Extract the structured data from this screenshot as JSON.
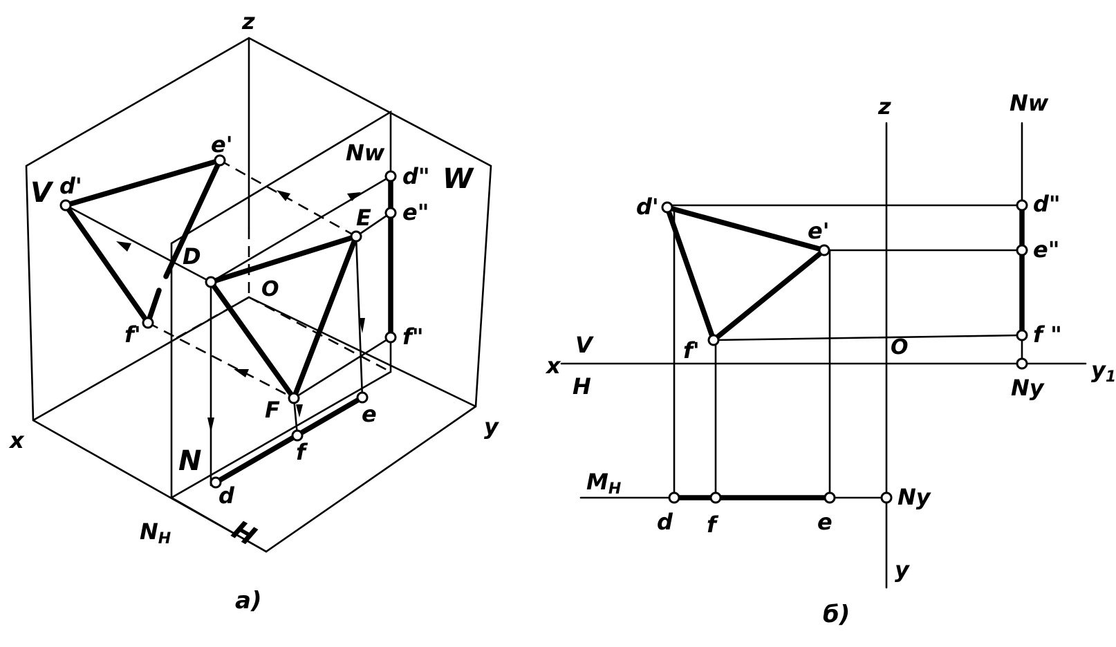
{
  "colors": {
    "ink": "#000000",
    "paper": "#ffffff"
  },
  "diagram_a": {
    "caption": "a)",
    "labels": {
      "z": "z",
      "x": "x",
      "y": "y",
      "V": "V",
      "W": "W",
      "H": "H",
      "O": "O",
      "N": "N",
      "N_sub": "H",
      "NW": "Nw",
      "D": "D",
      "E": "E",
      "F": "F",
      "d_prime": "d'",
      "e_prime": "e'",
      "f_prime": "f'",
      "d2": "d\"",
      "e2": "e\"",
      "f2": "f\"",
      "d": "d",
      "e": "e",
      "f": "f"
    }
  },
  "diagram_b": {
    "caption": "б)",
    "labels": {
      "z": "z",
      "x": "x",
      "y1": "y",
      "y1_sub": "1",
      "y": "y",
      "V": "V",
      "H": "H",
      "O": "O",
      "NW": "Nw",
      "NY_top": "Ny",
      "NY_bottom": "Ny",
      "MH": "M",
      "MH_sub": "H",
      "d_prime": "d'",
      "e_prime": "e'",
      "f_prime": "f'",
      "d2": "d\"",
      "e2": "e\"",
      "f2": "f \"",
      "d": "d",
      "e": "e",
      "f": "f"
    }
  }
}
